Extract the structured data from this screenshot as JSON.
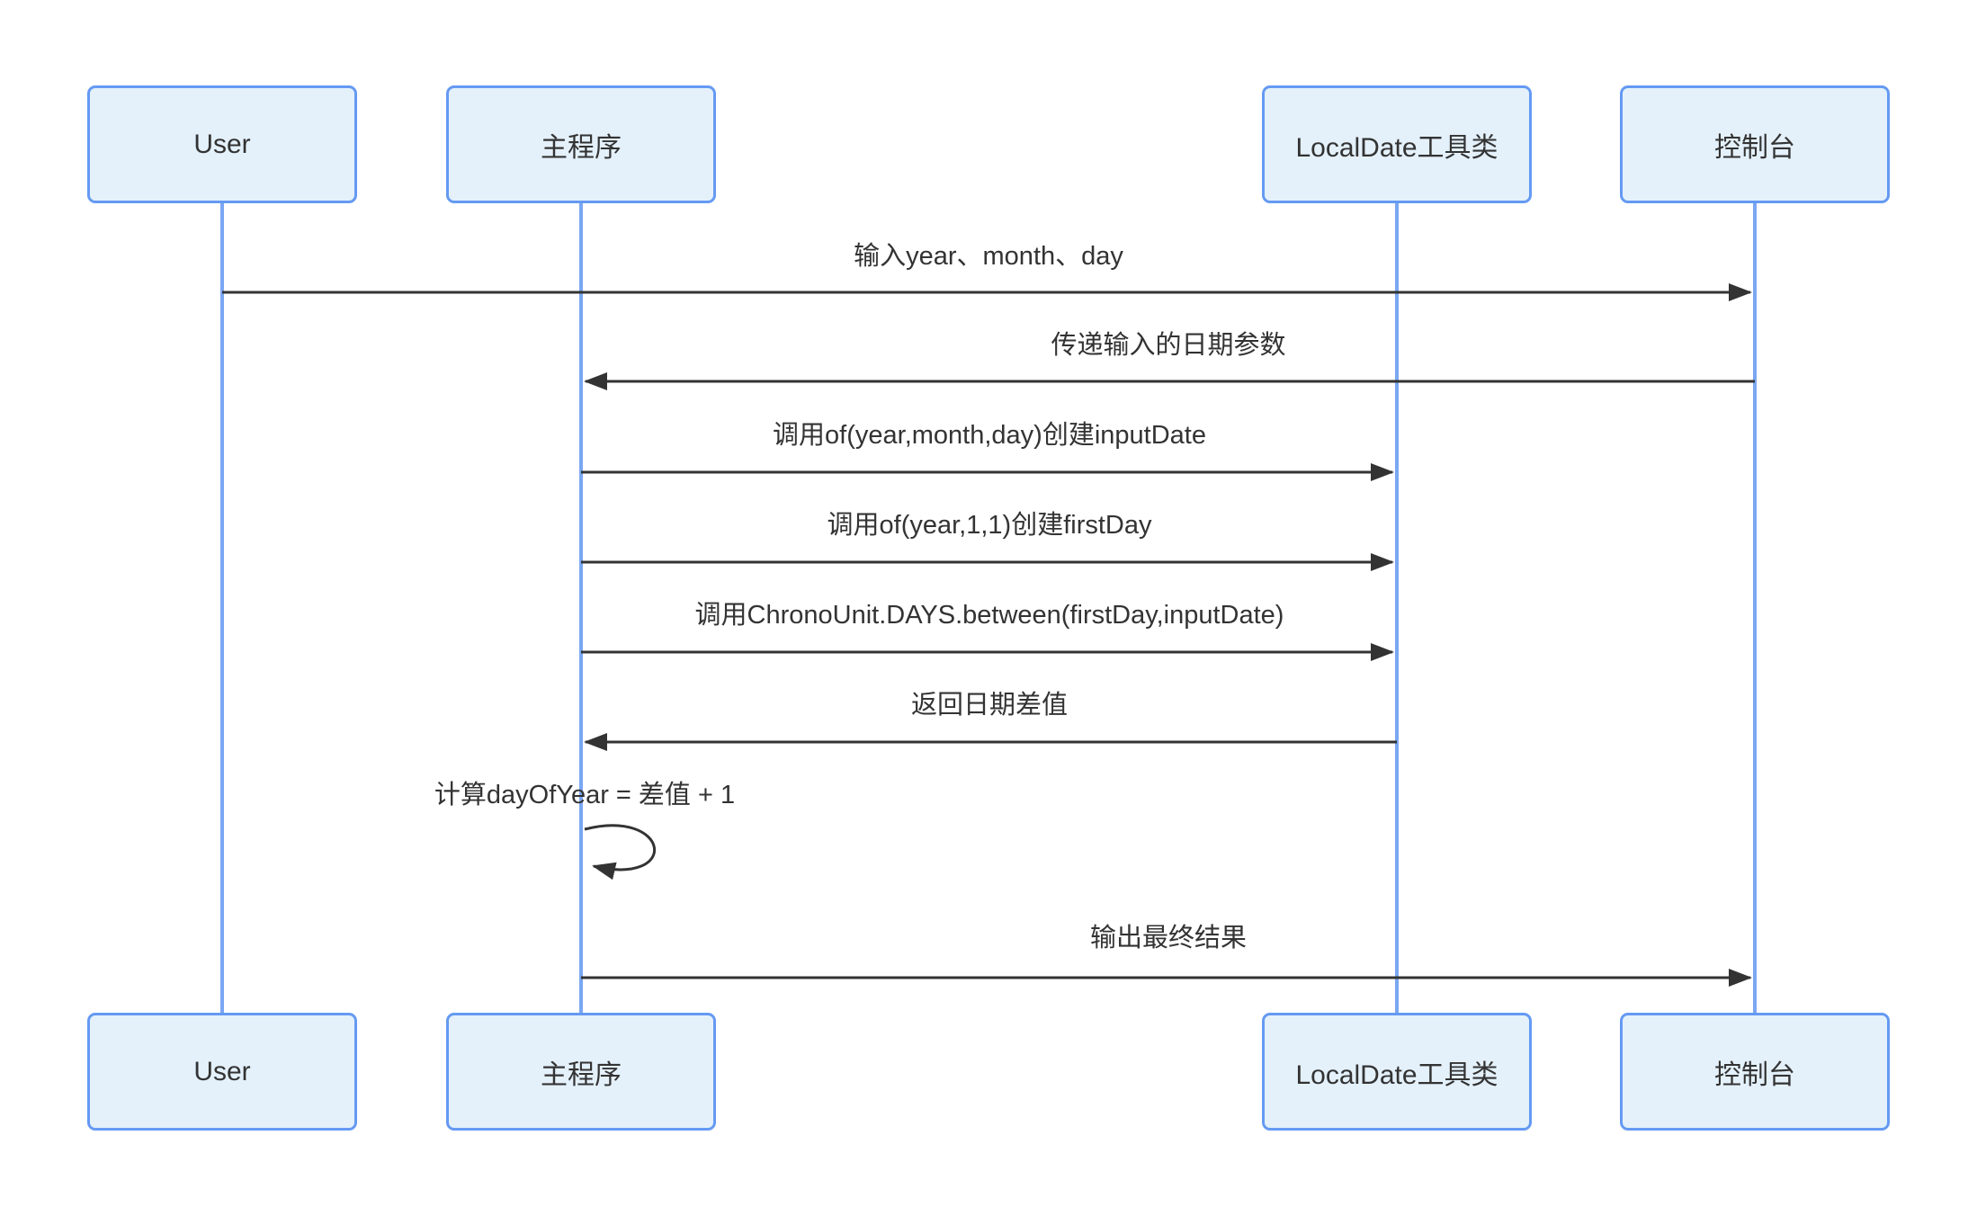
{
  "diagram": {
    "type": "sequence-diagram",
    "colors": {
      "background": "#ffffff",
      "actor_fill": "#e4f1fb",
      "actor_border": "#659af2",
      "lifeline": "#7aa7f2",
      "arrow": "#333333",
      "text": "#333333"
    },
    "actors": [
      {
        "id": "user",
        "label": "User"
      },
      {
        "id": "main",
        "label": "主程序"
      },
      {
        "id": "localdate",
        "label": "LocalDate工具类"
      },
      {
        "id": "console",
        "label": "控制台"
      }
    ],
    "messages": [
      {
        "from": "User",
        "to": "控制台",
        "label": "输入year、month、day",
        "line": "solid",
        "direction": "right"
      },
      {
        "from": "控制台",
        "to": "主程序",
        "label": "传递输入的日期参数",
        "line": "solid",
        "direction": "left"
      },
      {
        "from": "主程序",
        "to": "LocalDate工具类",
        "label": "调用of(year,month,day)创建inputDate",
        "line": "solid",
        "direction": "right"
      },
      {
        "from": "主程序",
        "to": "LocalDate工具类",
        "label": "调用of(year,1,1)创建firstDay",
        "line": "solid",
        "direction": "right"
      },
      {
        "from": "主程序",
        "to": "LocalDate工具类",
        "label": "调用ChronoUnit.DAYS.between(firstDay,inputDate)",
        "line": "solid",
        "direction": "right"
      },
      {
        "from": "LocalDate工具类",
        "to": "主程序",
        "label": "返回日期差值",
        "line": "solid",
        "direction": "left"
      },
      {
        "from": "主程序",
        "to": "主程序",
        "label": "计算dayOfYear = 差值 + 1",
        "line": "solid",
        "direction": "self"
      },
      {
        "from": "主程序",
        "to": "控制台",
        "label": "输出最终结果",
        "line": "solid",
        "direction": "right"
      }
    ]
  }
}
